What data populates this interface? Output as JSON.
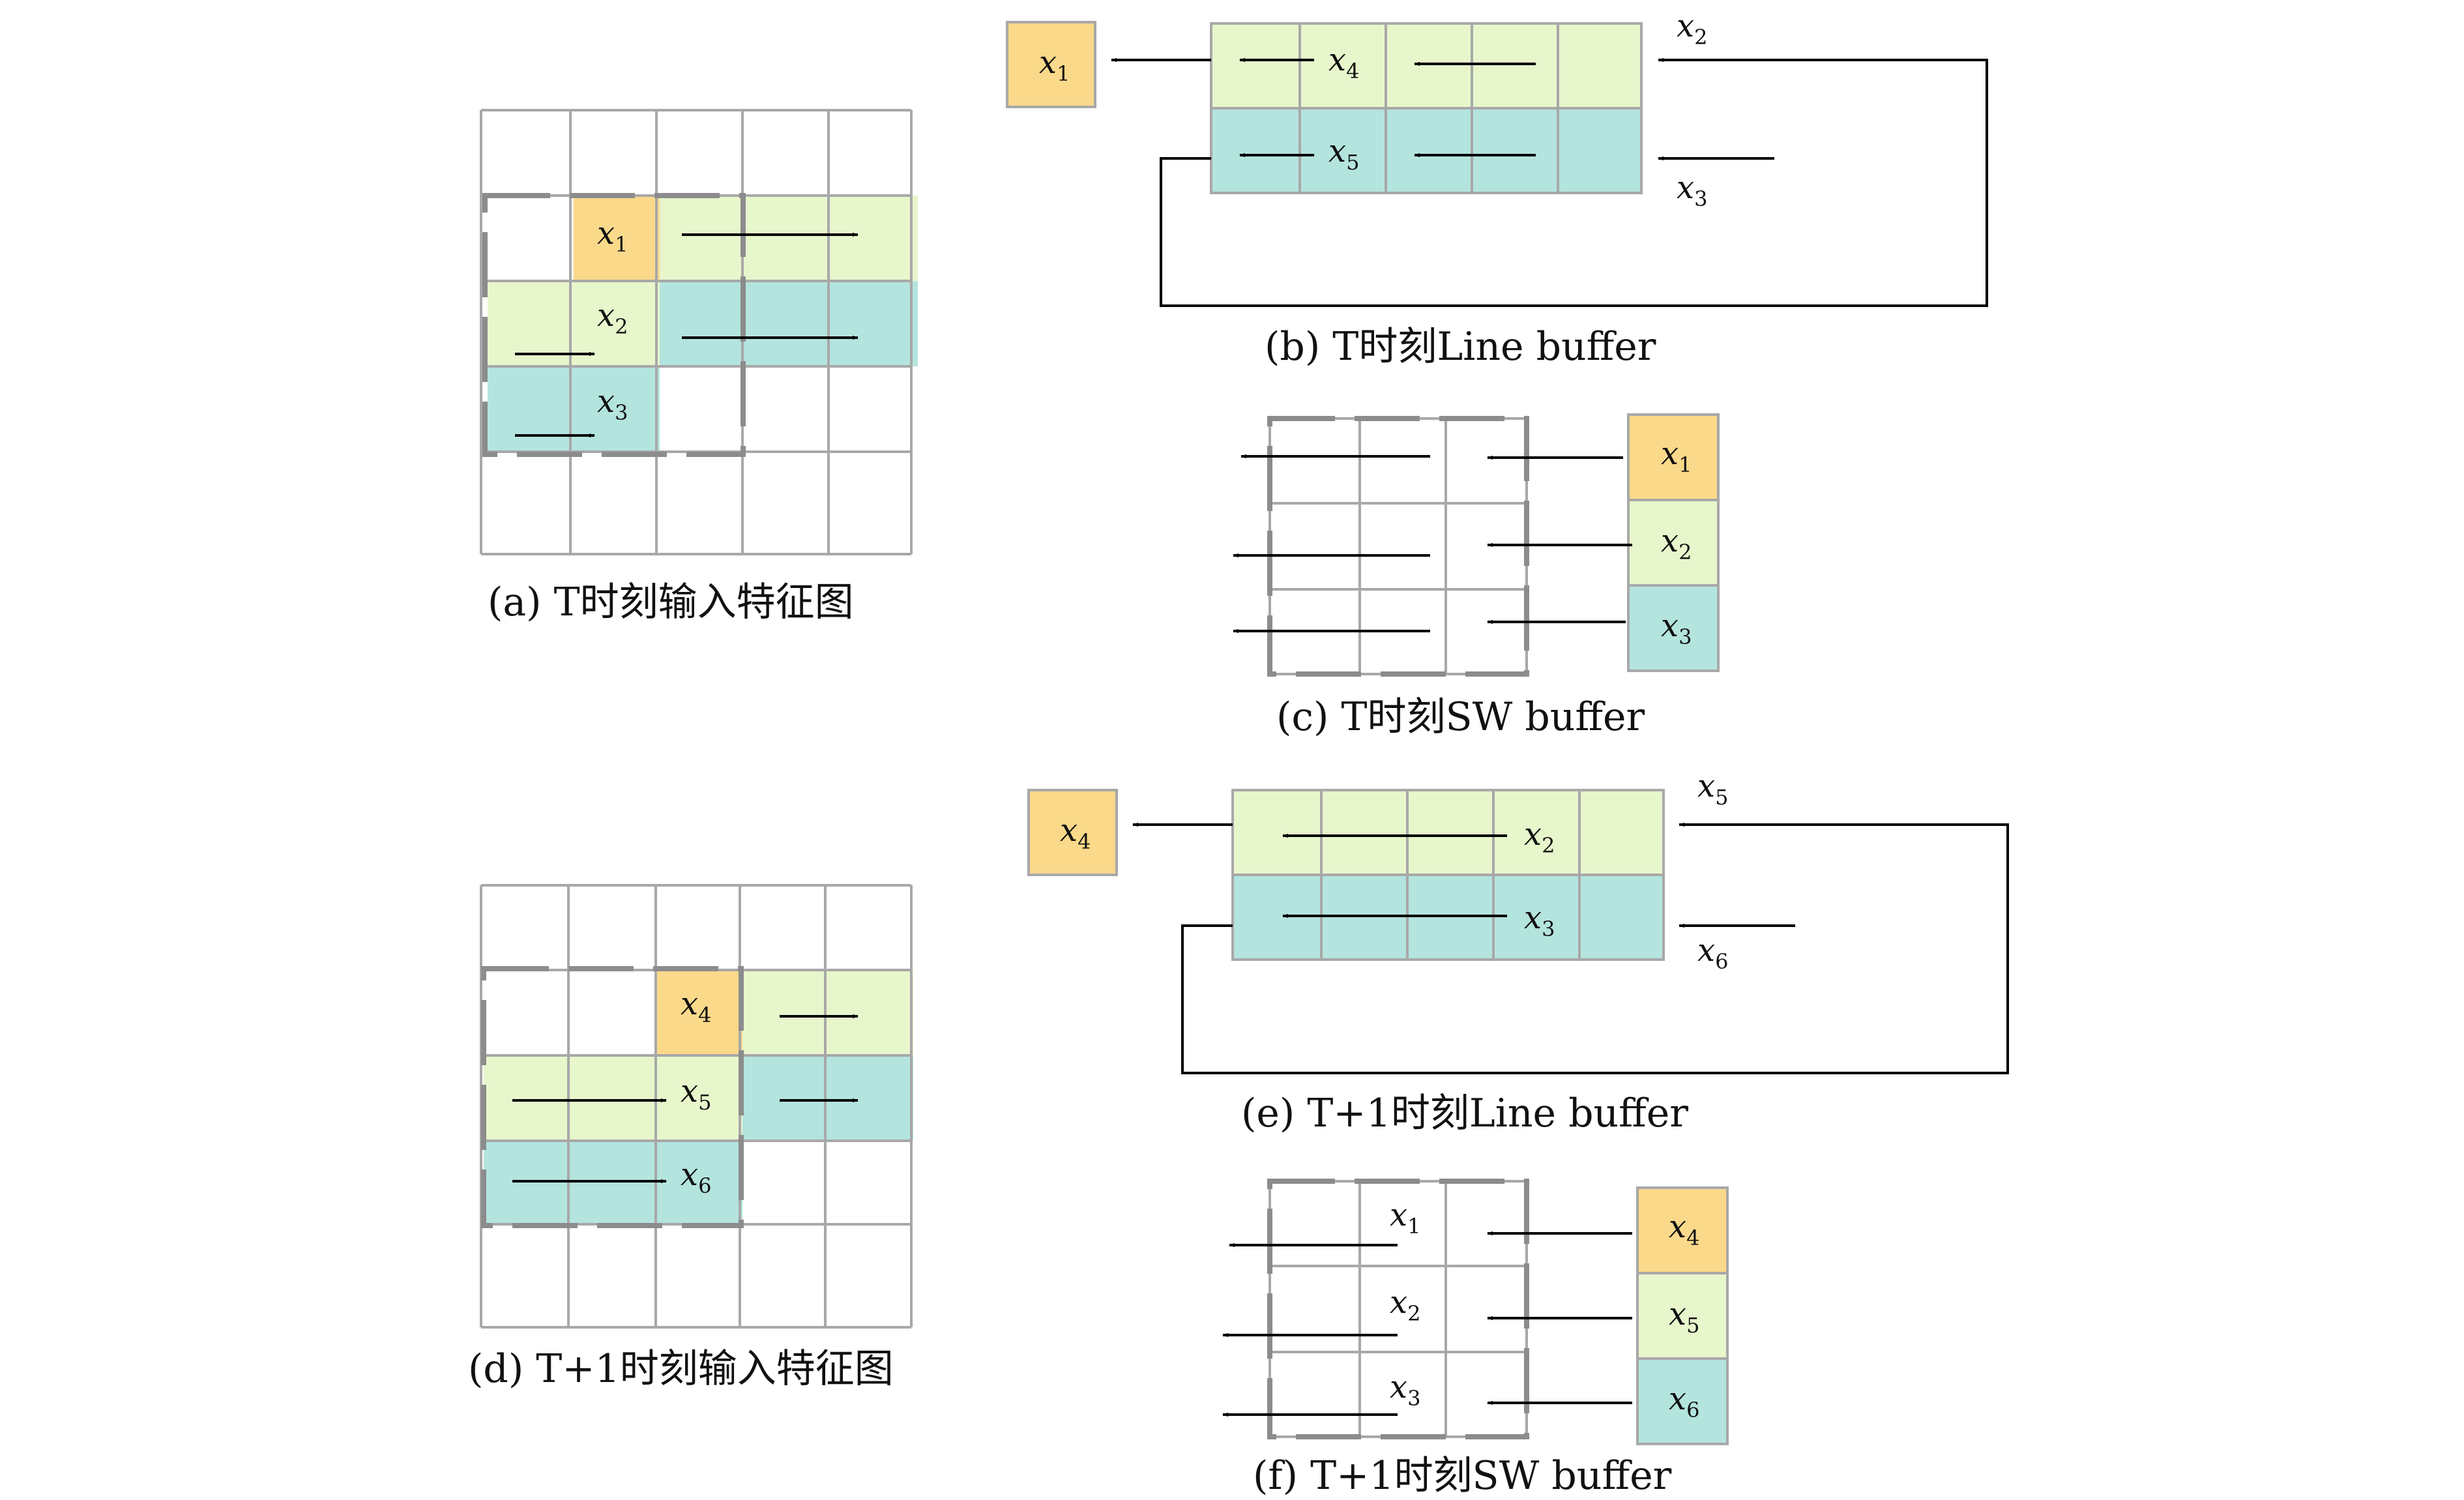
{
  "captions": {
    "a": "(a) T时刻输入特征图",
    "b": "(b) T时刻Line buffer",
    "c": "(c) T时刻SW buffer",
    "d": "(d) T+1时刻输入特征图",
    "e": "(e) T+1时刻Line buffer",
    "f": "(f) T+1时刻SW buffer"
  },
  "colors": {
    "yellow": "#FAD98A",
    "green": "#E8F6CC",
    "teal": "#B4E4DE",
    "grid": "#A8A8A8",
    "window": "#8C8C8C"
  },
  "labels": {
    "a": {
      "x1": "x1",
      "x2": "x2",
      "x3": "x3"
    },
    "b": {
      "out": "x1",
      "row1": "x4",
      "row2": "x5",
      "in_top": "x2",
      "in_bottom": "x3"
    },
    "c": {
      "x1": "x1",
      "x2": "x2",
      "x3": "x3"
    },
    "d": {
      "x4": "x4",
      "x5": "x5",
      "x6": "x6"
    },
    "e": {
      "out": "x4",
      "row1": "x2",
      "row2": "x3",
      "in_top": "x5",
      "in_bottom": "x6"
    },
    "f": {
      "x1": "x1",
      "x2": "x2",
      "x3": "x3",
      "x4": "x4",
      "x5": "x5",
      "x6": "x6"
    }
  }
}
